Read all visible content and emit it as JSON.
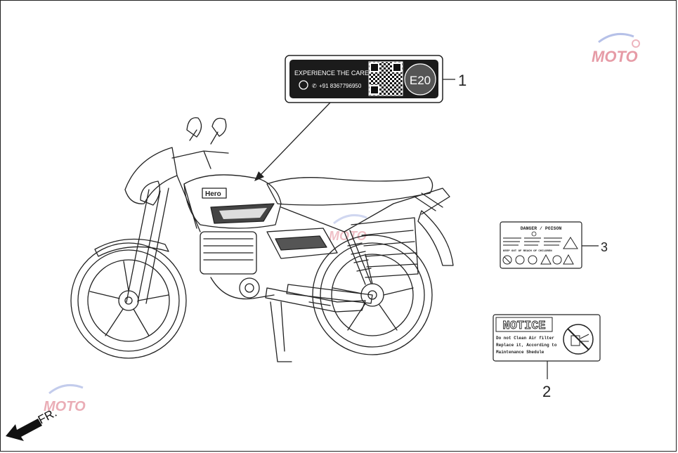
{
  "callouts": [
    {
      "number": "1"
    },
    {
      "number": "2"
    },
    {
      "number": "3"
    }
  ],
  "label_e20": {
    "headline": "EXPERIENCE THE CARE",
    "phone": "+91 8367796950",
    "badge": "E20"
  },
  "label_notice": {
    "title": "NOTICE",
    "lines": [
      "Do not Clean Air filter",
      "Replace it, According to",
      "Maintenance Shedule"
    ]
  },
  "label_danger": {
    "title": "DANGER / POISON",
    "warning": "KEEP OUT OF REACH OF CHILDREN"
  },
  "bike_brand": "Hero",
  "direction": "FR.",
  "watermark": "MOTO"
}
